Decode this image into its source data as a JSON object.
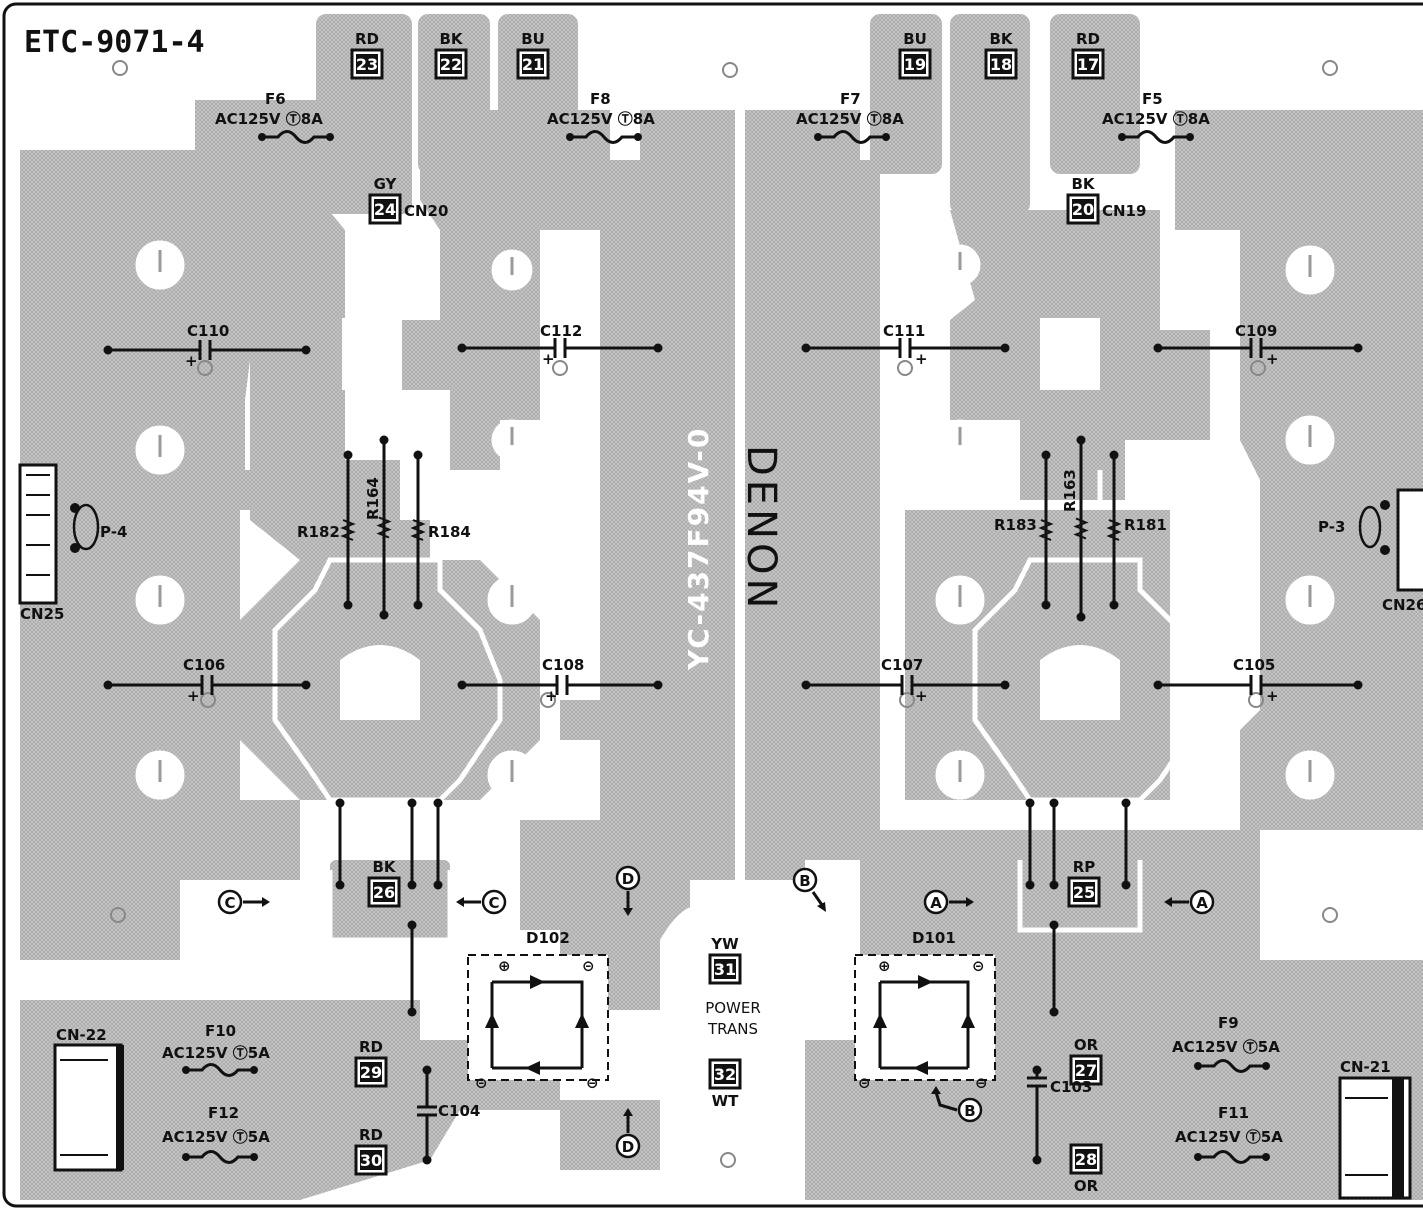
{
  "board": {
    "id": "ETC-9071-4",
    "brand": "DENON",
    "part_number": "YC-437F94V-0"
  },
  "terminals": [
    {
      "num": "23",
      "color": "RD"
    },
    {
      "num": "22",
      "color": "BK"
    },
    {
      "num": "21",
      "color": "BU"
    },
    {
      "num": "19",
      "color": "BU"
    },
    {
      "num": "18",
      "color": "BK"
    },
    {
      "num": "17",
      "color": "RD"
    },
    {
      "num": "24",
      "color": "GY",
      "conn": "CN20"
    },
    {
      "num": "20",
      "color": "BK",
      "conn": "CN19"
    },
    {
      "num": "26",
      "color": "BK"
    },
    {
      "num": "25",
      "color": "RP"
    },
    {
      "num": "31",
      "color": "YW"
    },
    {
      "num": "32",
      "color": "WT"
    },
    {
      "num": "29",
      "color": "RD"
    },
    {
      "num": "30",
      "color": "RD"
    },
    {
      "num": "27",
      "color": "OR"
    },
    {
      "num": "28",
      "color": "OR"
    }
  ],
  "fuses": [
    {
      "name": "F6",
      "rating": "AC125V Ⓣ8A"
    },
    {
      "name": "F8",
      "rating": "AC125V Ⓣ8A"
    },
    {
      "name": "F7",
      "rating": "AC125V Ⓣ8A"
    },
    {
      "name": "F5",
      "rating": "AC125V Ⓣ8A"
    },
    {
      "name": "F10",
      "rating": "AC125V Ⓣ5A"
    },
    {
      "name": "F12",
      "rating": "AC125V Ⓣ5A"
    },
    {
      "name": "F9",
      "rating": "AC125V Ⓣ5A"
    },
    {
      "name": "F11",
      "rating": "AC125V Ⓣ5A"
    }
  ],
  "capacitors": [
    "C110",
    "C112",
    "C111",
    "C109",
    "C106",
    "C108",
    "C107",
    "C105",
    "C104",
    "C103"
  ],
  "resistors": [
    "R182",
    "R164",
    "R184",
    "R183",
    "R163",
    "R181"
  ],
  "diodes": [
    "D102",
    "D101"
  ],
  "connectors": [
    "CN25",
    "P-4",
    "P-3",
    "CN26",
    "CN-22",
    "CN-21"
  ],
  "markers": [
    "C",
    "C",
    "D",
    "D",
    "B",
    "B",
    "A",
    "A"
  ],
  "power_trans": {
    "line1": "POWER",
    "line2": "TRANS"
  }
}
